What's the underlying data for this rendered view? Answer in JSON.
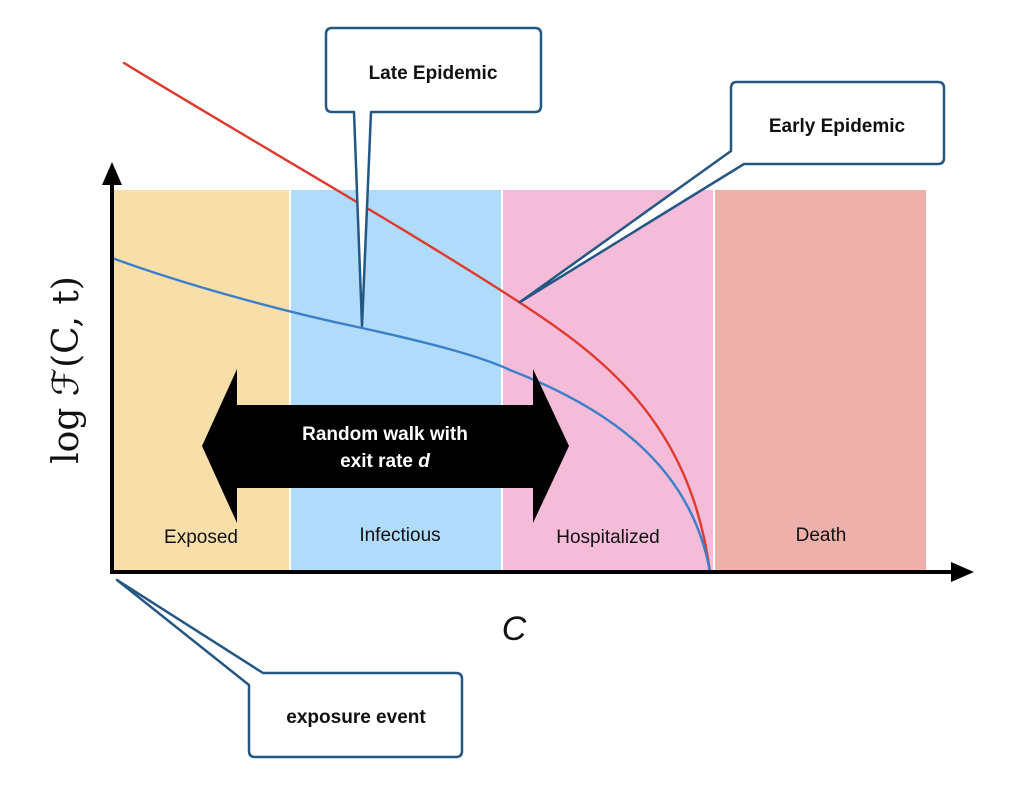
{
  "diagram": {
    "y_axis_label": "log ℱ(C, t)",
    "x_axis_label": "C",
    "bands": [
      {
        "label": "Exposed",
        "color": "#F8DFAA"
      },
      {
        "label": "Infectious",
        "color": "#B1DBFA"
      },
      {
        "label": "Hospitalized",
        "color": "#F4BCD9"
      },
      {
        "label": "Death",
        "color": "#EDB0AA"
      }
    ],
    "curves": [
      {
        "name": "Early Epidemic",
        "color": "#E0392E"
      },
      {
        "name": "Late Epidemic",
        "color": "#3A7FC8"
      }
    ],
    "double_arrow": {
      "line1": "Random walk with",
      "line2_prefix": "exit rate ",
      "line2_var": "d",
      "color": "#000000"
    },
    "callouts": {
      "late_epidemic": "Late Epidemic",
      "early_epidemic": "Early Epidemic",
      "exposure_event": "exposure event",
      "border_color": "#255785"
    }
  }
}
